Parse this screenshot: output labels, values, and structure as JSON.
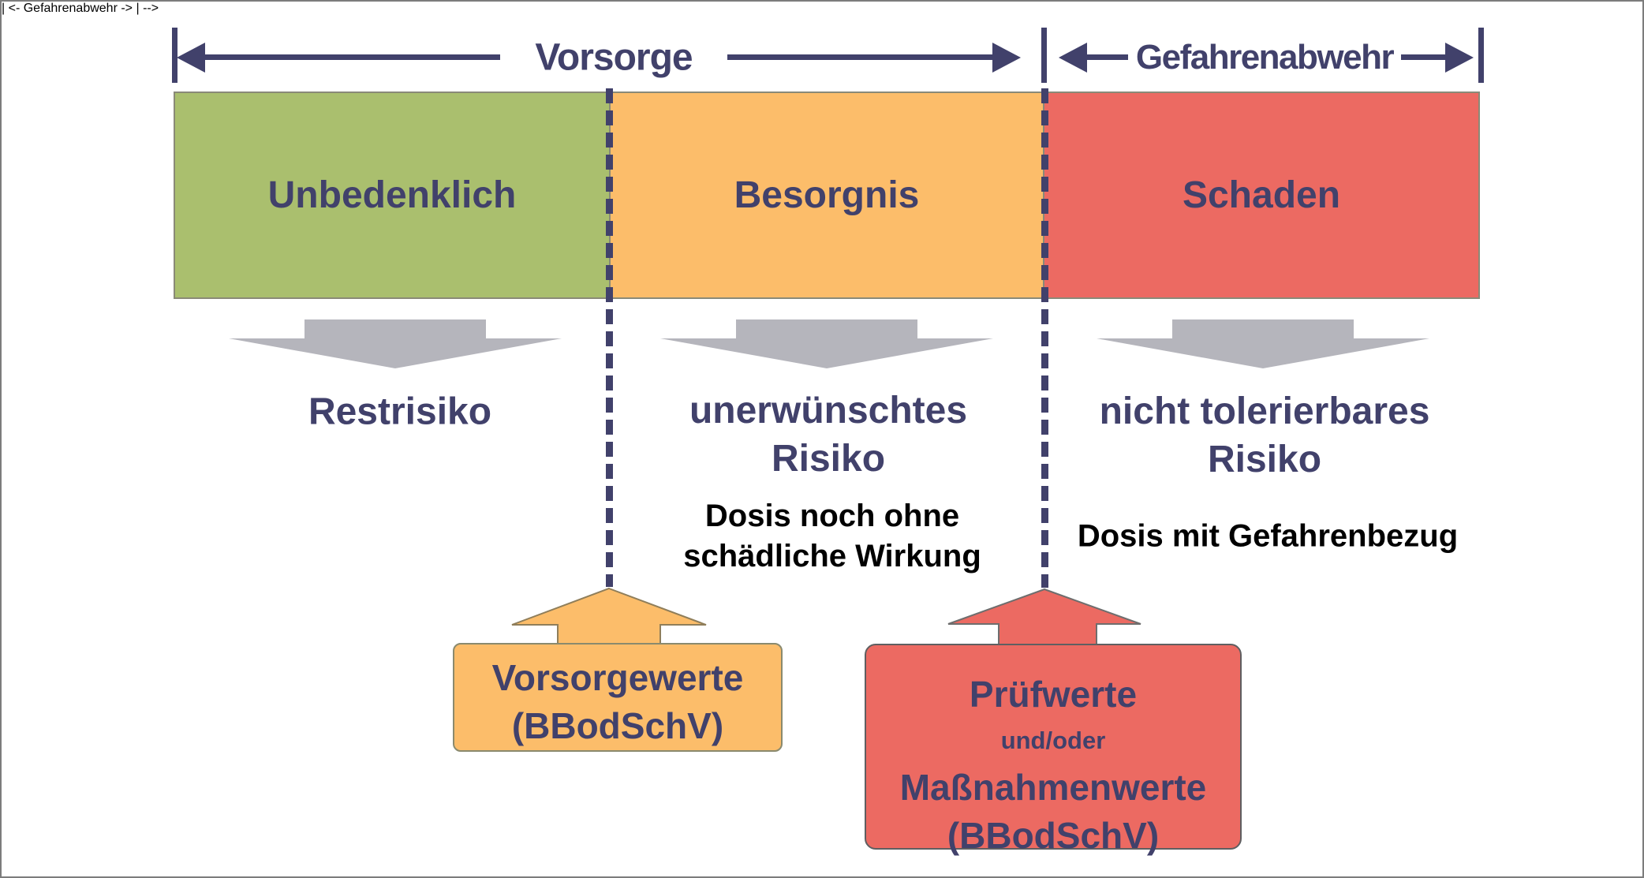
{
  "top_axis": {
    "vorsorge_label": "Vorsorge",
    "gefahrenabwehr_label": "Gefahrenabwehr"
  },
  "zones": [
    {
      "label": "Unbedenklich",
      "color": "#aabf6e"
    },
    {
      "label": "Besorgnis",
      "color": "#fcbd6a"
    },
    {
      "label": "Schaden",
      "color": "#ec6a62"
    }
  ],
  "risk_labels": {
    "left": {
      "line1": "Restrisiko"
    },
    "middle": {
      "line1": "unerwünschtes",
      "line2": "Risiko"
    },
    "right": {
      "line1": "nicht tolerierbares",
      "line2": "Risiko"
    }
  },
  "dose_notes": {
    "middle": {
      "line1": "Dosis noch ohne",
      "line2": "schädliche Wirkung"
    },
    "right": {
      "line1": "Dosis mit Gefahrenbezug"
    }
  },
  "value_boxes": {
    "vorsorgewerte": {
      "line1": "Vorsorgewerte",
      "line2": "(BBodSchV)",
      "color": "#fcbd6a"
    },
    "pruefwerte": {
      "line1": "Prüfwerte",
      "line2": "und/oder",
      "line3": "Maßnahmenwerte",
      "line4": "(BBodSchV)",
      "color": "#ec6a62"
    }
  },
  "colors": {
    "navy_accent": "#41416b",
    "zone_green": "#aabf6e",
    "zone_orange": "#fcbd6a",
    "zone_red": "#ec6a62",
    "down_arrow_gray": "#b5b5bc",
    "note_text_black": "#000000",
    "frame_gray": "#7c7c7c"
  }
}
